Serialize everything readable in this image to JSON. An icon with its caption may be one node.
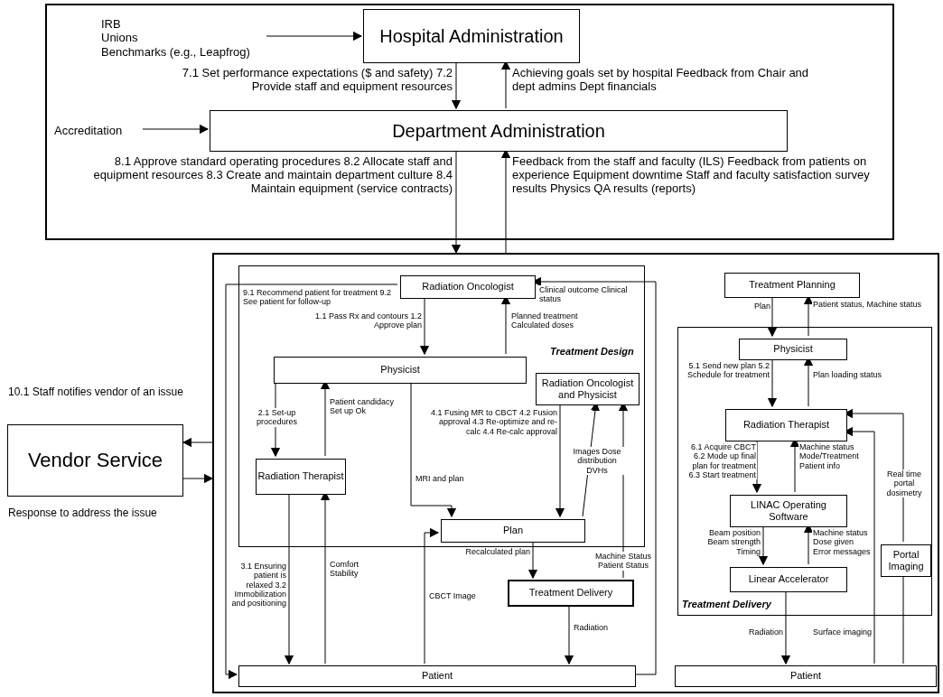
{
  "diagram": {
    "nodes": [
      {
        "text": [],
        "shape": "box"
      },
      {
        "text": [
          "Hospital Administration"
        ],
        "in": 0
      },
      {
        "text": [
          "Department Administration"
        ],
        "in": 0
      },
      {
        "text": [
          "IRB",
          "Unions",
          "Benchmarks (e.g., Leapfrog)"
        ],
        "in": 0
      },
      {
        "text": [
          "Accreditation"
        ],
        "in": 0
      },
      {
        "text": [
          "Vendor Service"
        ]
      },
      {
        "text": [],
        "shape": "box"
      },
      {
        "text": [
          "Treatment Design"
        ],
        "in": 6
      },
      {
        "text": [
          "Radiation Oncologist"
        ],
        "in": 7
      },
      {
        "text": [
          "Physicist"
        ],
        "in": 7
      },
      {
        "text": [
          "Radiation Oncologist and Physicist"
        ],
        "in": 7
      },
      {
        "text": [
          "Radiation Therapist"
        ],
        "in": 7
      },
      {
        "text": [
          "Plan"
        ],
        "in": 7
      },
      {
        "text": [
          "Treatment Delivery"
        ],
        "in": 6
      },
      {
        "text": [
          "Patient"
        ],
        "in": 6
      },
      {
        "text": [
          "Treatment Planning"
        ],
        "in": 6
      },
      {
        "text": [
          "Treatment Delivery"
        ],
        "in": 6
      },
      {
        "text": [
          "Physicist"
        ],
        "in": 16
      },
      {
        "text": [
          "Radiation Therapist"
        ],
        "in": 16
      },
      {
        "text": [
          "LINAC Operating Software"
        ],
        "in": 16
      },
      {
        "text": [
          "Linear Accelerator"
        ],
        "in": 16
      },
      {
        "text": [
          "Portal Imaging"
        ],
        "in": 16
      },
      {
        "text": [
          "Patient"
        ],
        "in": 6
      }
    ],
    "edges": [
      {
        "from": 3,
        "to": 1,
        "arrow": "to"
      },
      {
        "from": 1,
        "to": 2,
        "arrow": "to",
        "label": "7.1 Set performance expectations ($ and safety) 7.2 Provide staff and equipment resources"
      },
      {
        "from": 2,
        "to": 1,
        "arrow": "to",
        "label": "Achieving goals set by hospital Feedback from Chair and dept admins Dept financials"
      },
      {
        "from": 4,
        "to": 2,
        "arrow": "to"
      },
      {
        "from": 2,
        "to": 6,
        "arrow": "to",
        "label": "8.1 Approve standard operating procedures 8.2 Allocate staff and equipment resources 8.3 Create and maintain department culture 8.4 Maintain equipment (service contracts)"
      },
      {
        "from": 6,
        "to": 2,
        "arrow": "to",
        "label": "Feedback from the staff and faculty (ILS) Feedback from patients on experience Equipment downtime Staff and faculty satisfaction survey results Physics QA results (reports)"
      },
      {
        "from": 6,
        "to": 5,
        "arrow": "to",
        "label": "10.1 Staff notifies vendor of an issue"
      },
      {
        "from": 5,
        "to": 6,
        "arrow": "to",
        "label": "Response to address the issue"
      },
      {
        "from": 8,
        "to": 14,
        "arrow": "to",
        "label": "9.1 Recommend patient for treatment 9.2 See patient for follow-up"
      },
      {
        "from": 14,
        "to": 8,
        "arrow": "to",
        "label": "Clinical outcome Clinical status"
      },
      {
        "from": 8,
        "to": 9,
        "arrow": "to",
        "label": "1.1 Pass Rx and contours 1.2 Approve plan"
      },
      {
        "from": 9,
        "to": 8,
        "arrow": "to",
        "label": "Planned treatment Calculated doses"
      },
      {
        "from": 9,
        "to": 11,
        "arrow": "to",
        "label": "2.1 Set-up procedures"
      },
      {
        "from": 11,
        "to": 9,
        "arrow": "to",
        "label": "Patient candidacy Set up Ok"
      },
      {
        "from": 9,
        "to": 12,
        "arrow": "to",
        "label": "MRI and plan"
      },
      {
        "from": 10,
        "to": 12,
        "arrow": "to",
        "label": "4.1 Fusing MR to CBCT 4.2 Fusion approval 4.3 Re-optimize and re-calc 4.4 Re-calc approval"
      },
      {
        "from": 12,
        "to": 10,
        "arrow": "to",
        "label": "Images Dose distribution DVHs"
      },
      {
        "from": 13,
        "to": 10,
        "arrow": "to",
        "label": "Machine Status Patient Status"
      },
      {
        "from": 12,
        "to": 13,
        "arrow": "to",
        "label": "Recalculated plan"
      },
      {
        "from": 11,
        "to": 14,
        "arrow": "to",
        "label": "3.1 Ensuring patient is relaxed 3.2 Immobilization and positioning"
      },
      {
        "from": 14,
        "to": 11,
        "arrow": "to",
        "label": "Comfort Stability"
      },
      {
        "from": 14,
        "to": 12,
        "arrow": "to",
        "label": "CBCT Image"
      },
      {
        "from": 13,
        "to": 14,
        "arrow": "to",
        "label": "Radiation"
      },
      {
        "from": 15,
        "to": 17,
        "arrow": "to",
        "label": "Plan"
      },
      {
        "from": 17,
        "to": 15,
        "arrow": "to",
        "label": "Patient status, Machine status"
      },
      {
        "from": 17,
        "to": 18,
        "arrow": "to",
        "label": "5.1 Send new plan 5.2 Schedule for treatment"
      },
      {
        "from": 18,
        "to": 17,
        "arrow": "to",
        "label": "Plan loading status"
      },
      {
        "from": 18,
        "to": 19,
        "arrow": "to",
        "label": "6.1 Acquire CBCT 6.2 Mode up final plan for treatment 6.3 Start treatment"
      },
      {
        "from": 19,
        "to": 18,
        "arrow": "to",
        "label": "Machine status Mode/Treatment Patient info"
      },
      {
        "from": 19,
        "to": 20,
        "arrow": "to",
        "label": "Beam position Beam strength Timing"
      },
      {
        "from": 20,
        "to": 19,
        "arrow": "to",
        "label": "Machine status Dose given Error messages"
      },
      {
        "from": 21,
        "to": 18,
        "arrow": "to",
        "label": "Real time portal dosimetry"
      },
      {
        "from": 22,
        "to": 18,
        "arrow": "to",
        "label": "Surface imaging"
      },
      {
        "from": 20,
        "to": 22,
        "arrow": "to",
        "label": "Radiation"
      },
      {
        "from": 21,
        "to": 22,
        "arrow": "none"
      }
    ]
  }
}
